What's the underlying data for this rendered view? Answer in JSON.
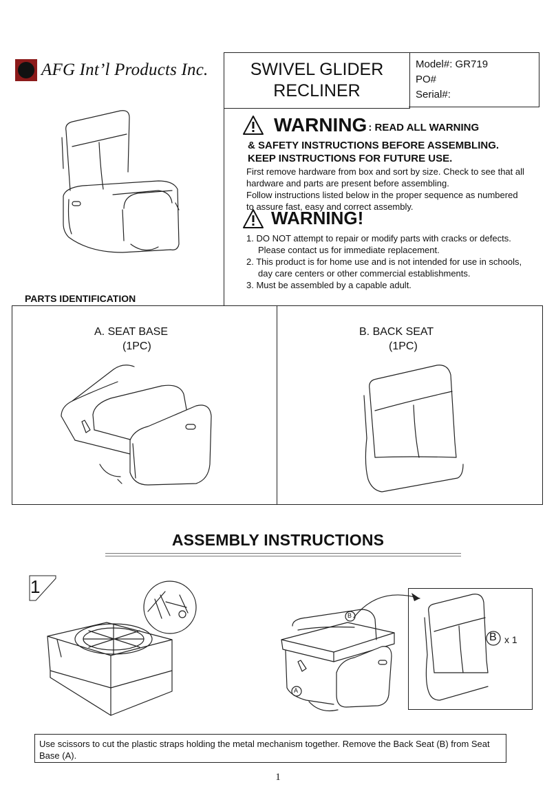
{
  "header": {
    "company": "AFG Int’l Products Inc.",
    "title_line1": "SWIVEL GLIDER",
    "title_line2": "RECLINER",
    "model": "Model#: GR719",
    "po": "PO#",
    "serial": "Serial#:"
  },
  "warning": {
    "head_big": "WARNING",
    "head_small": ": READ ALL WARNING",
    "line2": "& SAFETY INSTRUCTIONS BEFORE ASSEMBLING.",
    "line3": "KEEP INSTRUCTIONS FOR FUTURE USE.",
    "body": [
      "First remove hardware from box and sort by size. Check to see that all",
      "hardware and parts are present before assembling.",
      "Follow instructions listed below in the proper sequence as numbered",
      "to assure fast, easy and correct assembly."
    ],
    "head2": "WARNING!",
    "items": [
      "1. DO NOT attempt to repair or modify parts with cracks or defects.",
      "Please contact us for immediate replacement.",
      "2. This product is for home use and is not intended for use in schools,",
      "day care centers or other commercial establishments.",
      "3. Must be assembled by a capable adult."
    ]
  },
  "parts": {
    "title": "PARTS IDENTIFICATION",
    "a_label": "A.  SEAT BASE",
    "a_qty": "(1PC)",
    "b_label": "B.  BACK SEAT",
    "b_qty": "(1PC)"
  },
  "assembly": {
    "title": "ASSEMBLY INSTRUCTIONS",
    "step": "1",
    "callout_a": "A",
    "callout_b": "B",
    "callout_b2": "B",
    "qty": "x 1",
    "instruction": "Use scissors to cut the plastic straps holding the metal mechanism together. Remove the Back Seat (B) from Seat Base (A)."
  },
  "page_number": "1"
}
